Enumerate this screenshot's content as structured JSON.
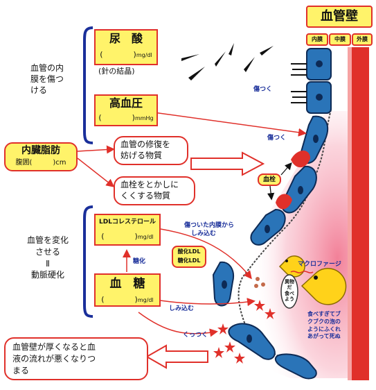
{
  "title": "血管壁",
  "layers": [
    "内膜",
    "中膜",
    "外膜"
  ],
  "left_texts": {
    "top_note": [
      "血管の内",
      "膜を傷つ",
      "ける"
    ],
    "bottom_note": [
      "血管を変化",
      "させる",
      "Ⅱ",
      "動脈硬化"
    ]
  },
  "uric_acid": {
    "name": "尿　酸",
    "paren": "(　　　　)",
    "unit": "mg/dl",
    "sub": "(針の結晶)"
  },
  "hypertension": {
    "name": "高血圧",
    "paren": "(　　　　)",
    "unit": "mmHg"
  },
  "visceral_fat": {
    "name": "内臓脂肪",
    "waist": "腹囲(　　　)cm"
  },
  "repair_box": [
    "血管の修復を",
    "妨げる物質"
  ],
  "clot_box": [
    "血栓をとかしに",
    "くくする物質"
  ],
  "ldl": {
    "name": "LDLコレステロール",
    "paren": "(　　　　)",
    "unit": "mg/dl"
  },
  "blood_sugar": {
    "name": "血　糖",
    "paren": "(　　　　)",
    "unit": "mg/dl"
  },
  "labels": {
    "hurt1": "傷つく",
    "hurt2": "傷つく",
    "clot": "血栓",
    "damaged_intima": [
      "傷ついた内膜から",
      "しみ込む"
    ],
    "oxidized": [
      "酸化LDL",
      "糖化LDL"
    ],
    "glycation": "糖化",
    "soak": "しみ込む",
    "stick": "くっつく",
    "macrophage": "マクロファージ",
    "eat_foreign": [
      "異物だ",
      "食べよう"
    ],
    "overeat": [
      "食べすぎてブ",
      "クブクの泡の",
      "ようにふくれ",
      "あがって死ぬ"
    ]
  },
  "conclusion": [
    "血管壁が厚くなると血",
    "液の流れが悪くなりつ",
    "まる"
  ],
  "colors": {
    "red": "#e0302a",
    "yellow": "#fff36a",
    "blue": "#2a74b8",
    "navy": "#1a2f9a"
  }
}
